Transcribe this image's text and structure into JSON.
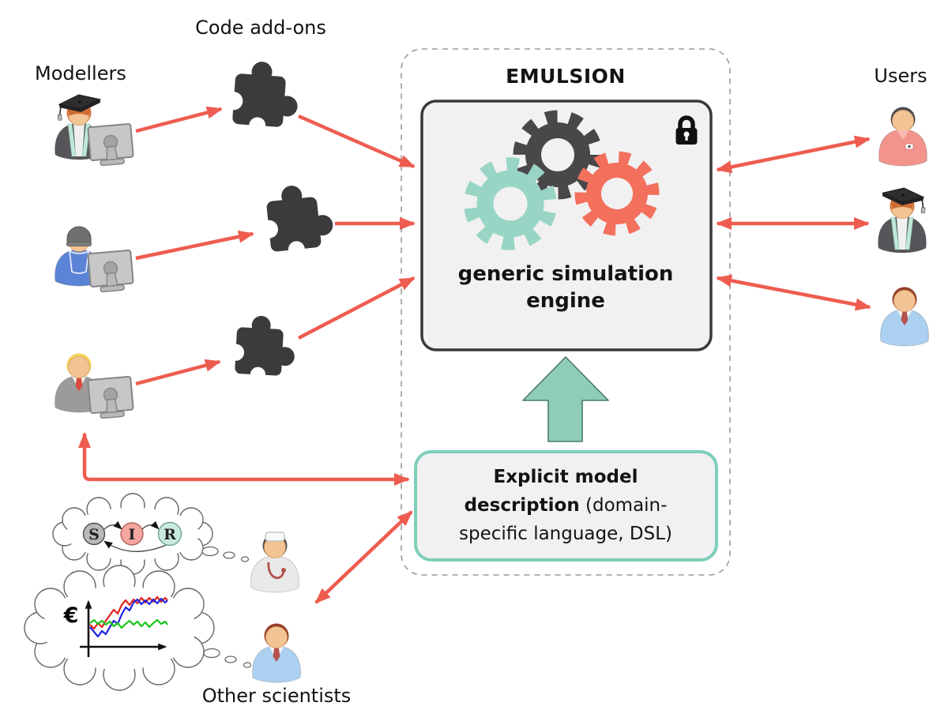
{
  "diagram": {
    "title": "EMULSION",
    "labels": {
      "modellers": "Modellers",
      "code_addons": "Code add-ons",
      "users": "Users",
      "other_scientists": "Other scientists"
    },
    "engine_box": {
      "line1": "generic simulation",
      "line2": "engine"
    },
    "description_box": {
      "line1_bold": "Explicit model",
      "line2_bold": "description",
      "line2_normal": "(domain-",
      "line3_normal": "specific language, DSL)"
    },
    "thought_sir": {
      "s": "S",
      "i": "I",
      "r": "R"
    }
  },
  "colors": {
    "arrow_red": "#ee5c50",
    "gear_dark": "#4a474b",
    "gear_teal": "#99d5c4",
    "gear_coral": "#f3705c",
    "big_arrow_fill": "#8fccba",
    "big_arrow_stroke": "#49796b",
    "teal_border": "#7dcfba",
    "box_fill": "#f1f1f1",
    "box_stroke": "#3a3a3a",
    "dashed_border": "#9a9a9a",
    "sir_s": "#b9b9b9",
    "sir_i": "#f5a6a0",
    "sir_r": "#c9e9dd"
  },
  "sketch_chart": {
    "type": "line",
    "ylabel": "€",
    "series": [
      {
        "color": "#e1241b",
        "points": [
          [
            114,
            791
          ],
          [
            119,
            796
          ],
          [
            124,
            789
          ],
          [
            129,
            794
          ],
          [
            134,
            786
          ],
          [
            139,
            779
          ],
          [
            144,
            772
          ],
          [
            149,
            777
          ],
          [
            154,
            766
          ],
          [
            159,
            760
          ],
          [
            164,
            766
          ],
          [
            169,
            759
          ],
          [
            174,
            764
          ],
          [
            179,
            757
          ],
          [
            184,
            763
          ],
          [
            189,
            757
          ],
          [
            194,
            762
          ],
          [
            199,
            756
          ],
          [
            204,
            762
          ],
          [
            209,
            757
          ],
          [
            212,
            760
          ]
        ]
      },
      {
        "color": "#2222dd",
        "points": [
          [
            114,
            794
          ],
          [
            119,
            800
          ],
          [
            124,
            806
          ],
          [
            129,
            799
          ],
          [
            134,
            803
          ],
          [
            139,
            794
          ],
          [
            144,
            786
          ],
          [
            149,
            790
          ],
          [
            154,
            778
          ],
          [
            159,
            769
          ],
          [
            164,
            773
          ],
          [
            169,
            763
          ],
          [
            174,
            759
          ],
          [
            179,
            765
          ],
          [
            184,
            760
          ],
          [
            189,
            765
          ],
          [
            194,
            759
          ],
          [
            199,
            764
          ],
          [
            204,
            758
          ],
          [
            209,
            763
          ],
          [
            212,
            760
          ]
        ]
      },
      {
        "color": "#18c618",
        "points": [
          [
            114,
            789
          ],
          [
            119,
            785
          ],
          [
            124,
            790
          ],
          [
            129,
            786
          ],
          [
            134,
            791
          ],
          [
            139,
            787
          ],
          [
            144,
            793
          ],
          [
            149,
            789
          ],
          [
            154,
            795
          ],
          [
            159,
            790
          ],
          [
            164,
            786
          ],
          [
            169,
            791
          ],
          [
            174,
            787
          ],
          [
            179,
            793
          ],
          [
            184,
            788
          ],
          [
            189,
            794
          ],
          [
            194,
            789
          ],
          [
            199,
            785
          ],
          [
            204,
            790
          ],
          [
            209,
            787
          ],
          [
            212,
            791
          ]
        ]
      }
    ]
  }
}
